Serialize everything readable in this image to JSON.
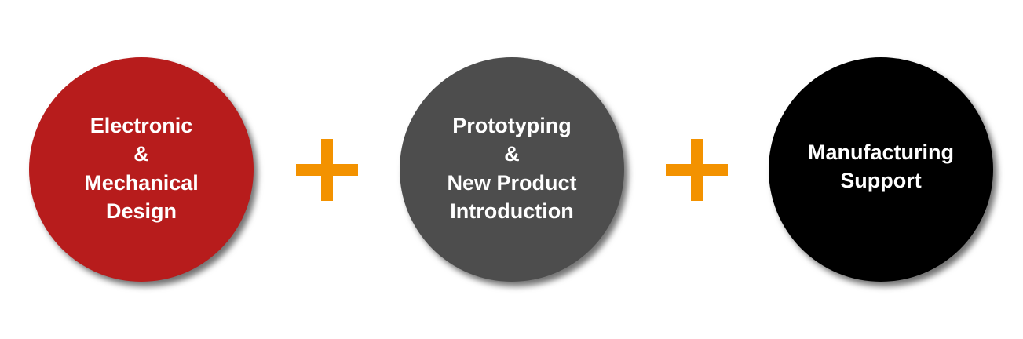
{
  "colors": {
    "red": "#b71c1c",
    "gray": "#4d4d4d",
    "black": "#000000",
    "plus": "#f39200"
  },
  "steps": [
    {
      "lines": [
        "Electronic",
        "&",
        "Mechanical",
        "Design"
      ]
    },
    {
      "lines": [
        "Prototyping",
        "&",
        "New Product",
        "Introduction"
      ]
    },
    {
      "lines": [
        "Manufacturing",
        "Support"
      ]
    }
  ],
  "connector_icon": "plus-icon"
}
